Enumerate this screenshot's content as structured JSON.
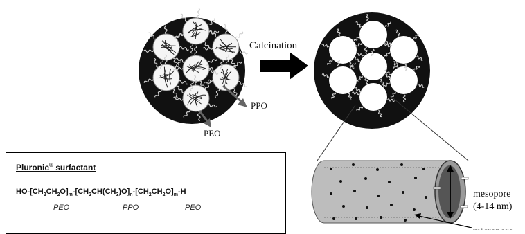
{
  "labels": {
    "calcination": "Calcination",
    "ppo": "PPO",
    "peo": "PEO",
    "mesopore_line1": "mesopore",
    "mesopore_line2": "(4-14 nm)",
    "micropore": "micropore"
  },
  "surfactant": {
    "title": "Pluronic",
    "title_mark": "®",
    "title_suffix": " surfactant",
    "formula": {
      "p1": "HO-[CH",
      "s1": "2",
      "p2": "CH",
      "s2": "2",
      "p3": "O]",
      "s3": "m",
      "p4": "-[CH",
      "s4": "2",
      "p5": "CH(CH",
      "s5": "3",
      "p6": ")O]",
      "s6": "n",
      "p7": "-[CH",
      "s7": "2",
      "p8": "CH",
      "s8": "2",
      "p9": "O]",
      "s9": "m",
      "p10": "-H"
    },
    "segments": [
      "PEO",
      "PPO",
      "PEO"
    ]
  }
}
